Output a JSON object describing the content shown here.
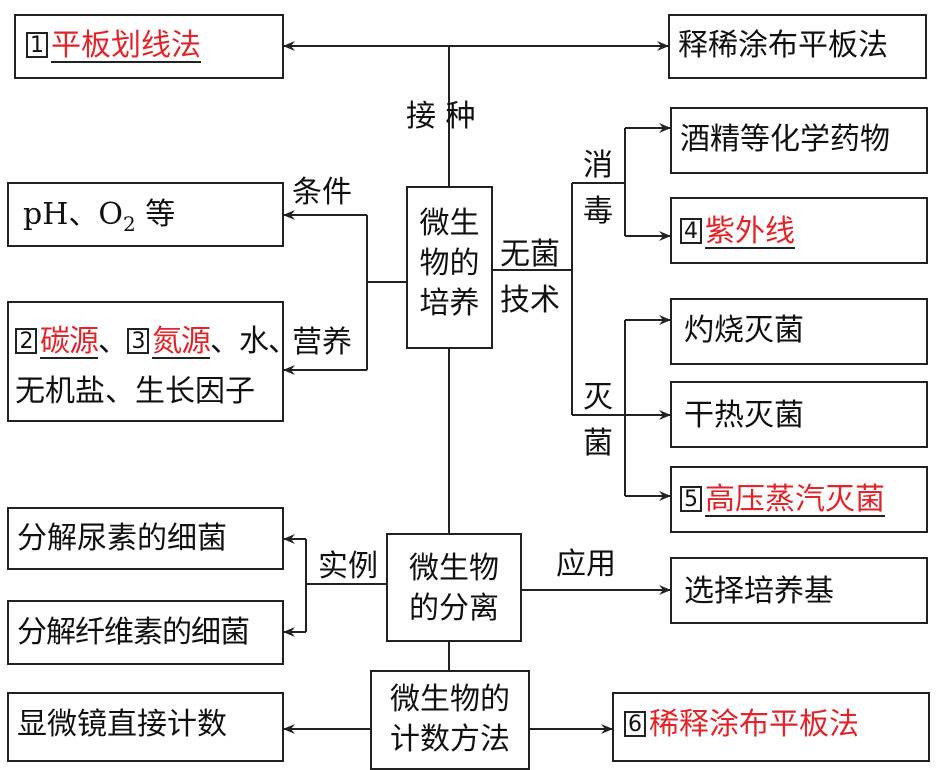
{
  "root": {
    "line1": "微生",
    "line2": "物的",
    "line3": "培养"
  },
  "inoculation": {
    "label": "接 种",
    "method1": {
      "num": "1",
      "text": "平板划线法"
    },
    "method2": "释稀涂布平板法"
  },
  "sterile_tech": {
    "label_line1": "无菌",
    "label_line2": "技术",
    "disinfect_label": [
      "消",
      "毒"
    ],
    "sterilize_label": [
      "灭",
      "菌"
    ],
    "disinfect_items": [
      {
        "text": "酒精等化学药物"
      },
      {
        "num": "4",
        "text": "紫外线"
      }
    ],
    "sterilize_items": [
      {
        "text": "灼烧灭菌"
      },
      {
        "text": "干热灭菌"
      },
      {
        "num": "5",
        "text": "高压蒸汽灭菌"
      }
    ]
  },
  "conditions": {
    "label": "条件",
    "text_prefix": "pH、O",
    "text_sub": "2",
    "text_suffix": " 等"
  },
  "nutrition": {
    "label": "营养",
    "num2": "2",
    "item2": "碳源",
    "sep1": "、",
    "num3": "3",
    "item3": "氮源",
    "tail1": "、水、",
    "line2": "无机盐、生长因子"
  },
  "separation": {
    "line1": "微生物",
    "line2": "的分离",
    "example_label": "实例",
    "examples": [
      "分解尿素的细菌",
      "分解纤维素的细菌"
    ],
    "application_label": "应用",
    "application": "选择培养基"
  },
  "counting": {
    "line1": "微生物的",
    "line2": "计数方法",
    "left": "显微镜直接计数",
    "right": {
      "num": "6",
      "text": "稀释涂布平板法"
    }
  }
}
